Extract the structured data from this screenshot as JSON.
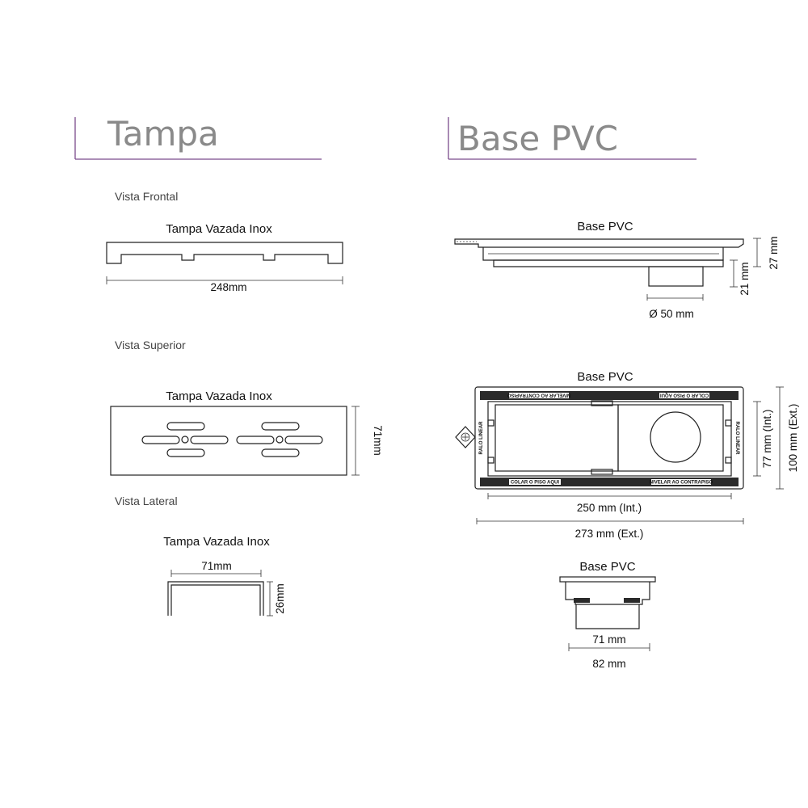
{
  "colors": {
    "accent": "#7b4a8c",
    "heading": "#8a8a8a",
    "line": "#222222"
  },
  "left": {
    "title": "Tampa",
    "front": {
      "view_label": "Vista Frontal",
      "product": "Tampa Vazada Inox",
      "width": "248mm"
    },
    "top": {
      "view_label": "Vista Superior",
      "product": "Tampa Vazada Inox",
      "height": "71mm"
    },
    "side": {
      "view_label": "Vista Lateral",
      "product": "Tampa Vazada Inox",
      "width": "71mm",
      "height": "26mm"
    }
  },
  "right": {
    "title": "Base PVC",
    "side": {
      "label": "Base PVC",
      "total_height": "27 mm",
      "outlet_height": "21 mm",
      "diameter": "Ø  50 mm"
    },
    "top": {
      "label": "Base PVC",
      "int_width": "250 mm (Int.)",
      "ext_width": "273 mm (Ext.)",
      "int_height": "77 mm (Int.)",
      "ext_height": "100 mm (Ext.)",
      "left_side_text": "RALO LINEAR",
      "right_side_text": "RALO LINEAR",
      "top_left_text": "NIVELAR AO CONTRAPISO",
      "top_right_text": "COLAR O PISO AQUI",
      "bottom_left_text": "COLAR O PISO AQUI",
      "bottom_right_text": "NIVELAR AO CONTRAPISO"
    },
    "end": {
      "label": "Base PVC",
      "inner_width": "71 mm",
      "outer_width": "82 mm"
    }
  }
}
